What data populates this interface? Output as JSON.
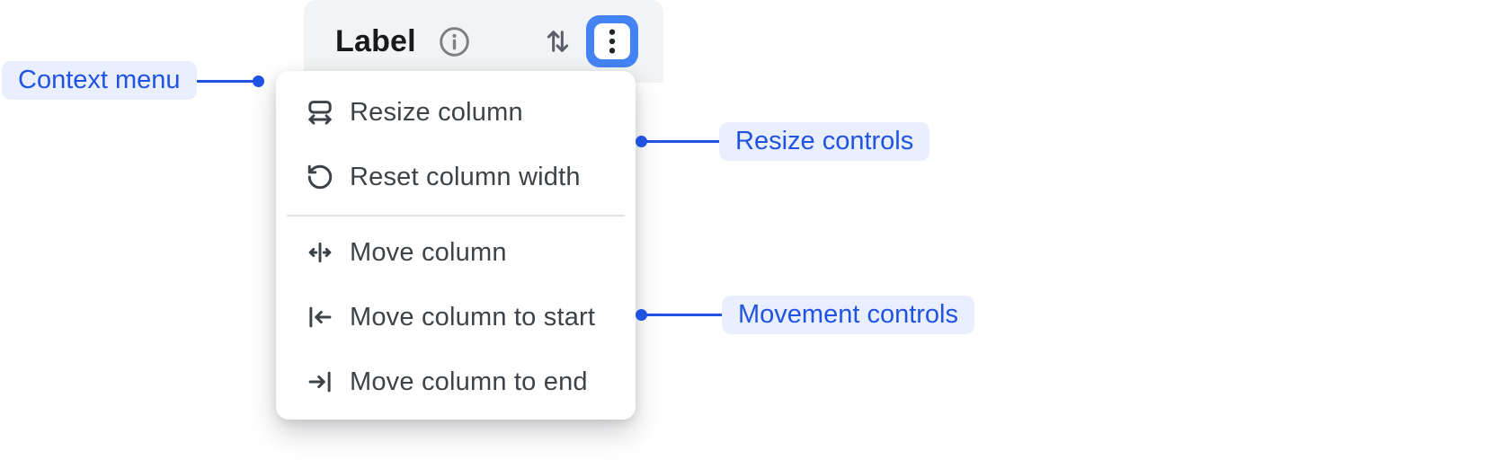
{
  "header": {
    "label": "Label",
    "icons": [
      "info-icon",
      "sort-icon",
      "kebab-menu-icon"
    ]
  },
  "context_menu": {
    "items": [
      {
        "label": "Resize column",
        "icon": "resize-column-icon"
      },
      {
        "label": "Reset column width",
        "icon": "reset-column-width-icon"
      },
      {
        "label": "Move column",
        "icon": "move-column-icon"
      },
      {
        "label": "Move column to start",
        "icon": "move-column-to-start-icon"
      },
      {
        "label": "Move column to end",
        "icon": "move-column-to-end-icon"
      }
    ],
    "divider_after_index": 1
  },
  "annotations": [
    {
      "label": "Context menu",
      "points_to": "context-menu"
    },
    {
      "label": "Resize controls",
      "points_to": "resize-menu-items"
    },
    {
      "label": "Movement controls",
      "points_to": "movement-menu-items"
    }
  ],
  "colors": {
    "accent_blue": "#2153e3",
    "focus_ring_blue": "#4483f3",
    "annotation_pill_bg": "#e9effe",
    "header_bg": "#f1f3f4",
    "menu_bg": "#ffffff",
    "menu_text": "#3e4347",
    "header_label_text": "#17191d",
    "divider": "#e2e4e7"
  }
}
